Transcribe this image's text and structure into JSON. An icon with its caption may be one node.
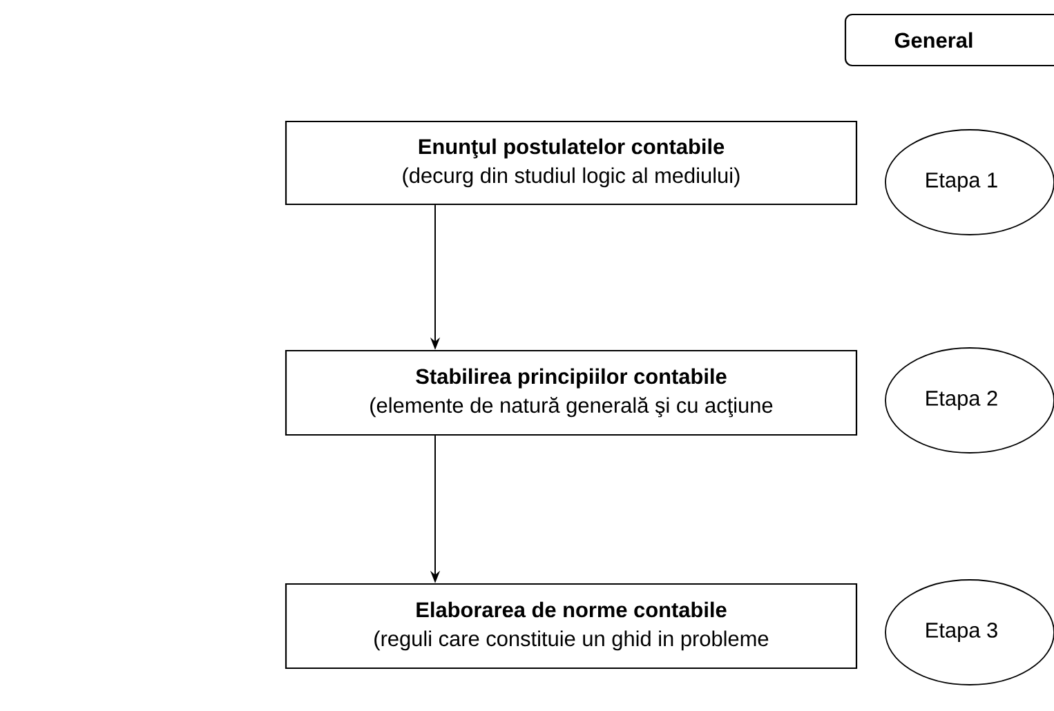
{
  "diagram": {
    "nodes": [
      {
        "text": [
          "General"
        ]
      },
      {
        "text": [
          "Enunţul postulatelor contabile",
          "(decurg din studiul logic al mediului)"
        ]
      },
      {
        "text": [
          "Etapa 1"
        ]
      },
      {
        "text": [
          "Stabilirea principiilor contabile",
          "(elemente de natură generală şi cu acţiune"
        ]
      },
      {
        "text": [
          "Etapa 2"
        ]
      },
      {
        "text": [
          "Elaborarea de norme contabile",
          "(reguli care constituie un ghid in probleme"
        ]
      },
      {
        "text": [
          "Etapa 3"
        ]
      }
    ],
    "edges": [
      {
        "from": 1,
        "to": 3,
        "arrow": "to"
      },
      {
        "from": 3,
        "to": 5,
        "arrow": "to"
      }
    ]
  }
}
